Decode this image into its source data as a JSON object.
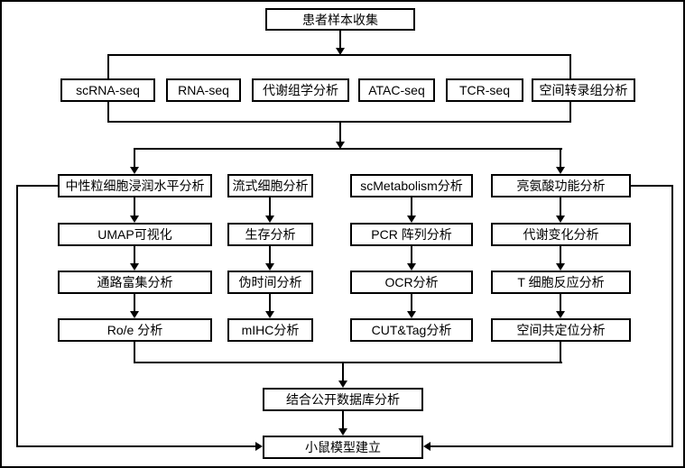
{
  "colors": {
    "background": "#ffffff",
    "line": "#000000",
    "box_border": "#000000",
    "text": "#000000"
  },
  "diagram": {
    "root": {
      "label": "患者样本收集"
    },
    "seq_row": [
      {
        "label": "scRNA-seq"
      },
      {
        "label": "RNA-seq"
      },
      {
        "label": "代谢组学分析"
      },
      {
        "label": "ATAC-seq"
      },
      {
        "label": "TCR-seq"
      },
      {
        "label": "空间转录组分析"
      }
    ],
    "columns": [
      {
        "steps": [
          "中性粒细胞浸润水平分析",
          "UMAP可视化",
          "通路富集分析",
          "Ro/e 分析"
        ]
      },
      {
        "steps": [
          "流式细胞分析",
          "生存分析",
          "伪时间分析",
          "mIHC分析"
        ]
      },
      {
        "steps": [
          "scMetabolism分析",
          "PCR 阵列分析",
          "OCR分析",
          "CUT&Tag分析"
        ]
      },
      {
        "steps": [
          "亮氨酸功能分析",
          "代谢变化分析",
          "T 细胞反应分析",
          "空间共定位分析"
        ]
      }
    ],
    "bottom": [
      {
        "label": "结合公开数据库分析"
      },
      {
        "label": "小鼠模型建立"
      }
    ]
  }
}
